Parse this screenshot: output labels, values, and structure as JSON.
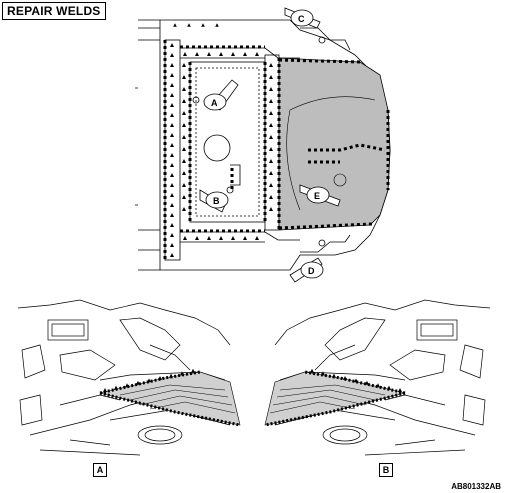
{
  "title": "REPAIR WELDS",
  "callouts": [
    "A",
    "B",
    "C",
    "D",
    "E"
  ],
  "panels": [
    {
      "label": "A"
    },
    {
      "label": "B"
    }
  ],
  "figure_code": "AB801332AB",
  "colors": {
    "shaded_area": "#bdbdbd",
    "line": "#000000"
  }
}
